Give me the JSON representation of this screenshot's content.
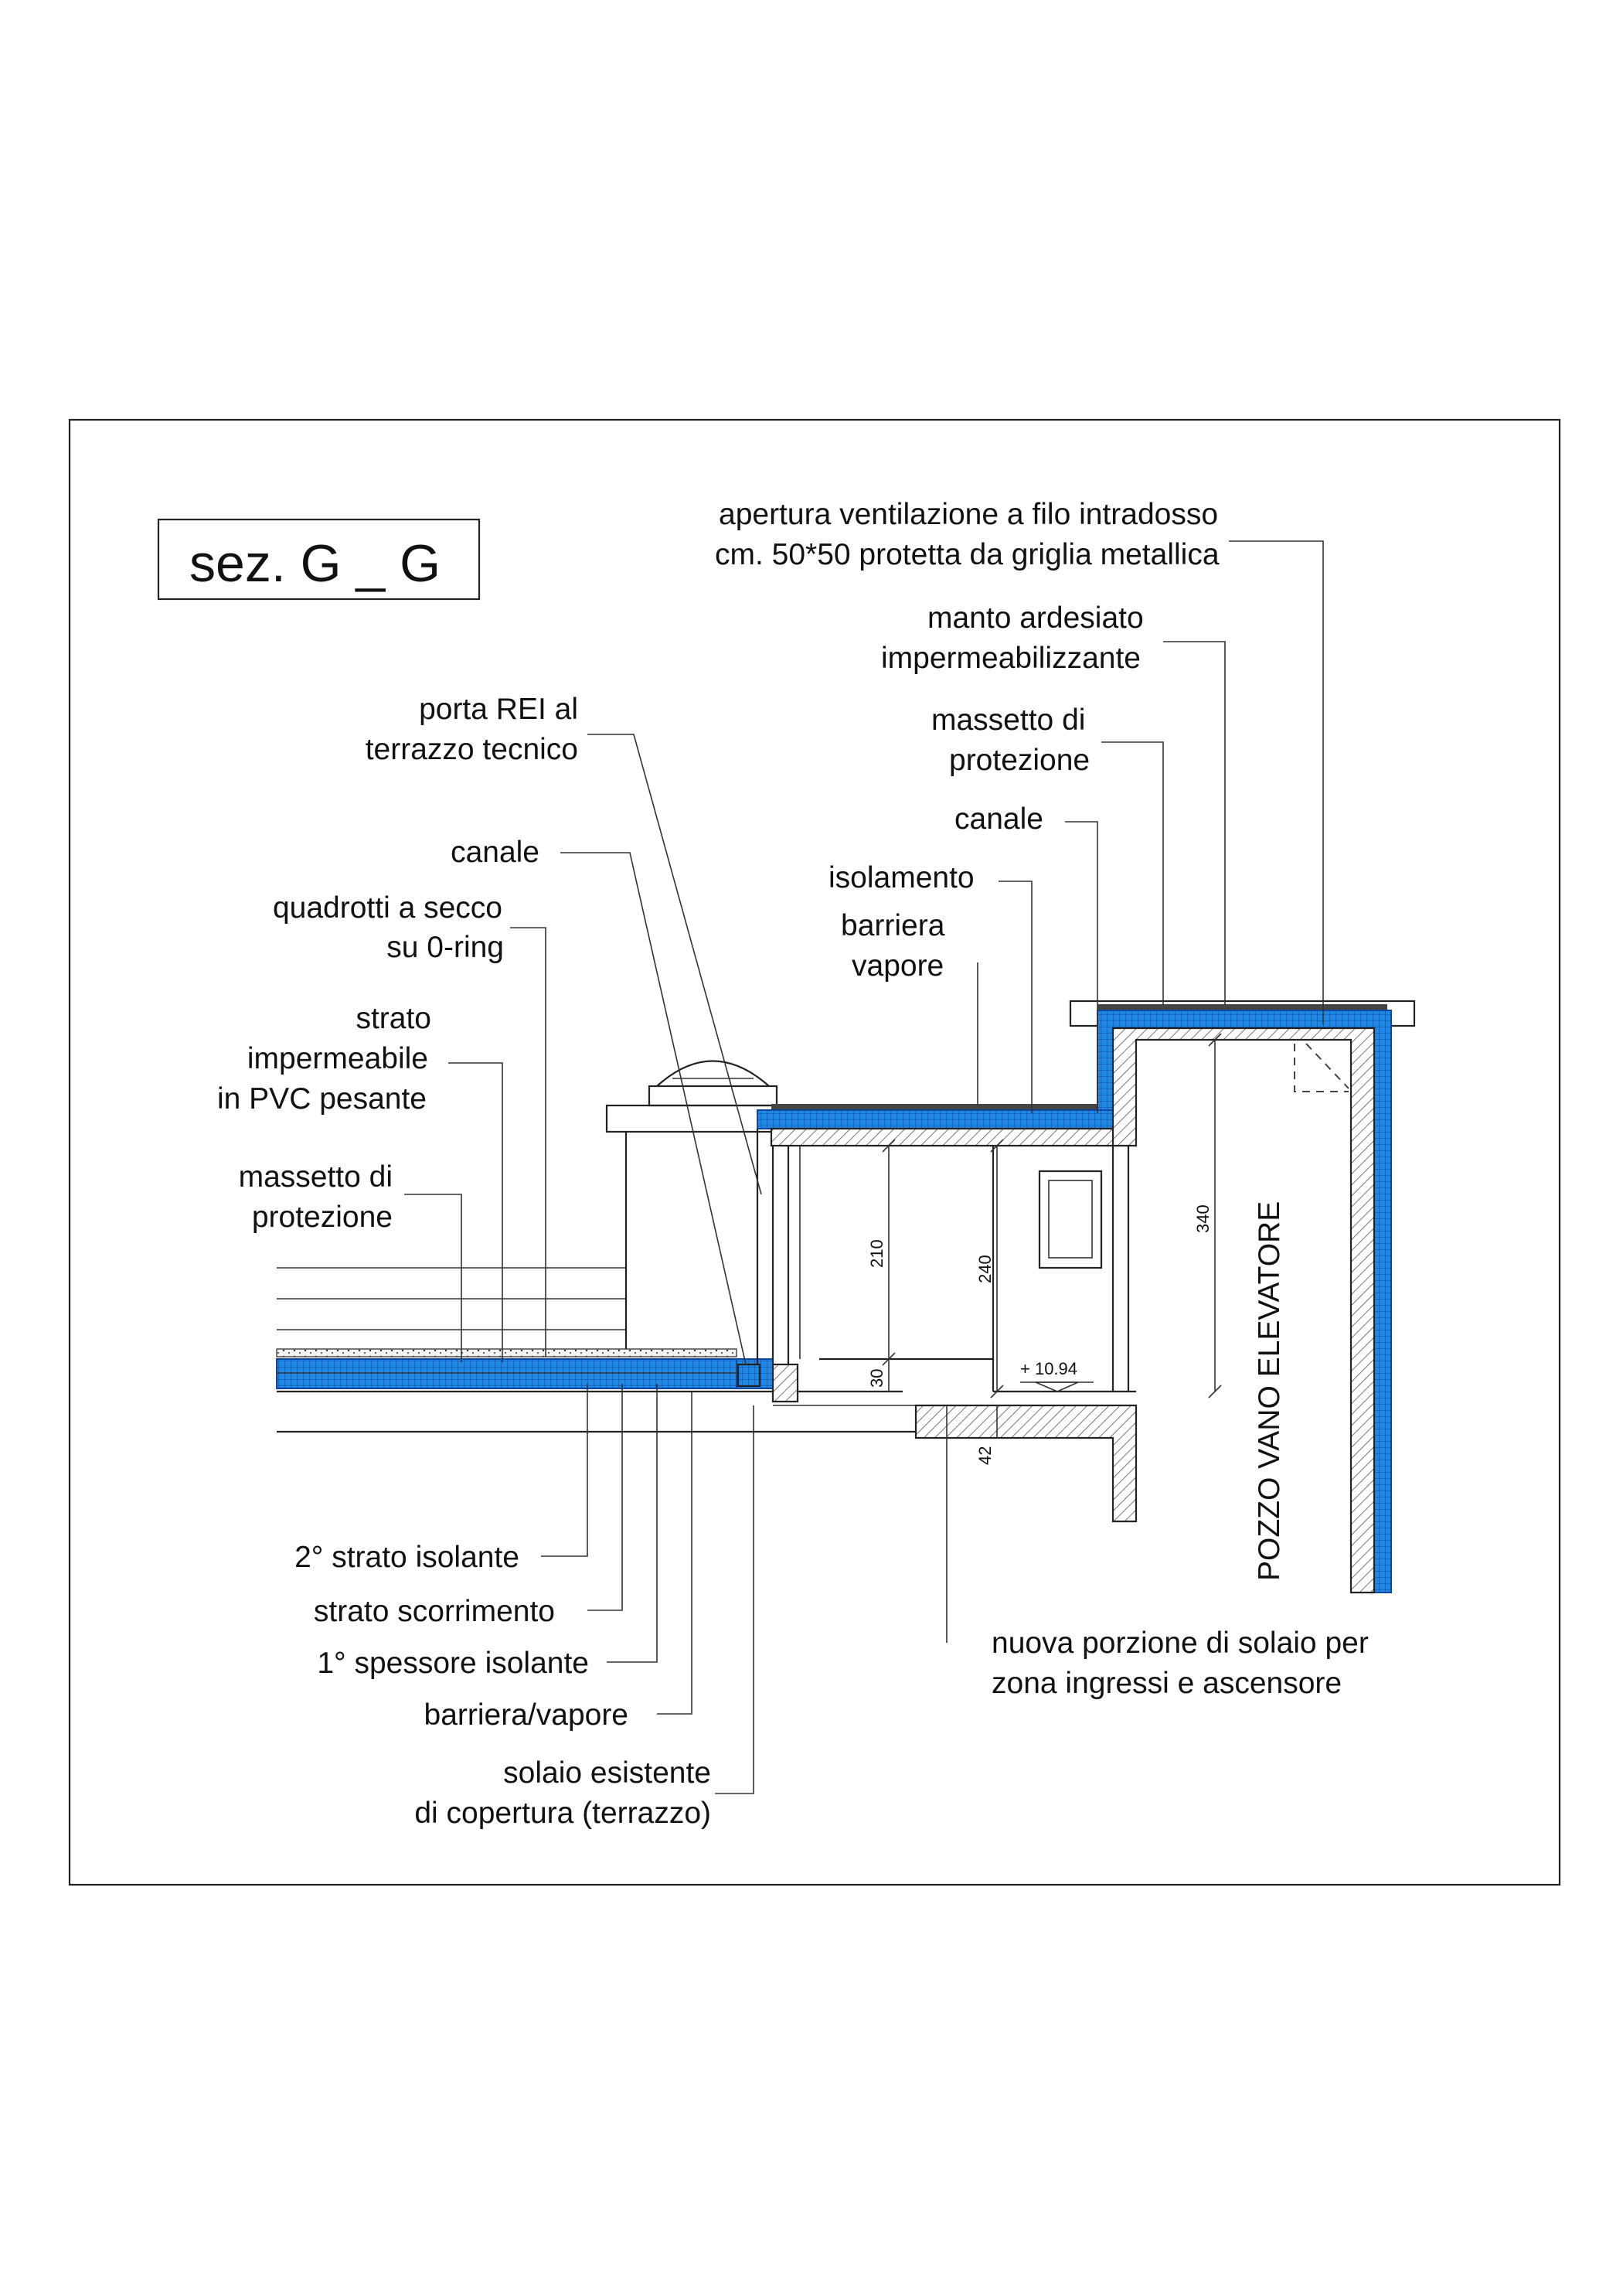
{
  "title": "sez. G _ G",
  "colors": {
    "insulation": "#1e88e5",
    "insulation_grid": "#0d47a1",
    "lines": "#222222"
  },
  "labels": {
    "apertura": [
      "apertura ventilazione a filo intradosso",
      "cm. 50*50 protetta da griglia metallica"
    ],
    "manto": [
      "manto ardesiato",
      "impermeabilizzante"
    ],
    "massetto_top": [
      "massetto di",
      "protezione"
    ],
    "canale_right": "canale",
    "isolamento": "isolamento",
    "barriera_top": [
      "barriera",
      "vapore"
    ],
    "porta": [
      "porta REI al",
      "terrazzo tecnico"
    ],
    "canale_left": "canale",
    "quadrotti": [
      "quadrotti a secco",
      "su 0-ring"
    ],
    "strato_imp": [
      "strato",
      "impermeabile",
      "in PVC pesante"
    ],
    "massetto_left": [
      "massetto di",
      "protezione"
    ],
    "strato_isolante_2": "2° strato isolante",
    "strato_scorrimento": "strato scorrimento",
    "spessore_isolante_1": "1° spessore isolante",
    "barriera_vapore": "barriera/vapore",
    "solaio_esistente": [
      "solaio esistente",
      "di copertura (terrazzo)"
    ],
    "nuova_porzione": [
      "nuova porzione di solaio per",
      "zona ingressi e ascensore"
    ],
    "pozzo": "POZZO VANO ELEVATORE"
  },
  "dimensions": {
    "d210": "210",
    "d240": "240",
    "d340": "340",
    "d30": "30",
    "d42": "42",
    "level": "+ 10.94"
  }
}
